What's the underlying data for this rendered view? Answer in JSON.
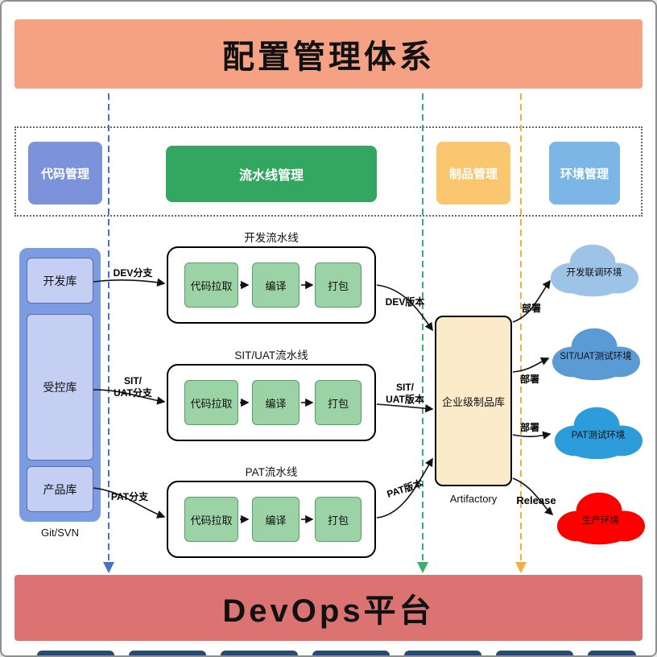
{
  "header": {
    "title": "配置管理体系"
  },
  "footer": {
    "title": "DevOps平台"
  },
  "colors": {
    "header_banner": "#F5A284",
    "footer_banner": "#DC7373",
    "code_mgmt": "#7C92DB",
    "pipeline_mgmt": "#33A662",
    "artifact_mgmt": "#FAC66F",
    "env_mgmt": "#7BB6E6",
    "repo_group": "#7D9BE0",
    "repo_item": "#C5CFF4",
    "pipeline_step": "#9CD3A6",
    "artifact_repo": "#FCEBC8",
    "env_dev_cloud": "#9DC3E6",
    "env_situat_cloud": "#5B9BD5",
    "env_pat_cloud": "#2D9CDB",
    "env_prod_cloud": "#FF0000",
    "dashed_code_lane": "#4472C4",
    "dashed_pipeline_lane": "#3BAE6E",
    "dashed_artifact_lane": "#F5AE3D"
  },
  "categories": [
    {
      "label": "代码管理"
    },
    {
      "label": "流水线管理"
    },
    {
      "label": "制品管理"
    },
    {
      "label": "环境管理"
    }
  ],
  "repo_group": {
    "caption": "Git/SVN",
    "repos": [
      {
        "label": "开发库"
      },
      {
        "label": "受控库"
      },
      {
        "label": "产品库"
      }
    ]
  },
  "pipelines": [
    {
      "title": "开发流水线",
      "steps": [
        "代码拉取",
        "编译",
        "打包"
      ],
      "branch_label": "DEV分支",
      "version_label": "DEV版本"
    },
    {
      "title": "SIT/UAT流水线",
      "steps": [
        "代码拉取",
        "编译",
        "打包"
      ],
      "branch_label": "SIT/\nUAT分支",
      "version_label": "SIT/\nUAT版本"
    },
    {
      "title": "PAT流水线",
      "steps": [
        "代码拉取",
        "编译",
        "打包"
      ],
      "branch_label": "PAT分支",
      "version_label": "PAT版本"
    }
  ],
  "artifact_repo": {
    "label": "企业级制品库",
    "caption": "Artifactory"
  },
  "environments": [
    {
      "label": "开发联调环境",
      "arrow_label": "部署"
    },
    {
      "label": "SIT/UAT测试环境",
      "arrow_label": "部署"
    },
    {
      "label": "PAT测试环境",
      "arrow_label": "部署"
    },
    {
      "label": "生产环境",
      "arrow_label": "Release"
    }
  ]
}
